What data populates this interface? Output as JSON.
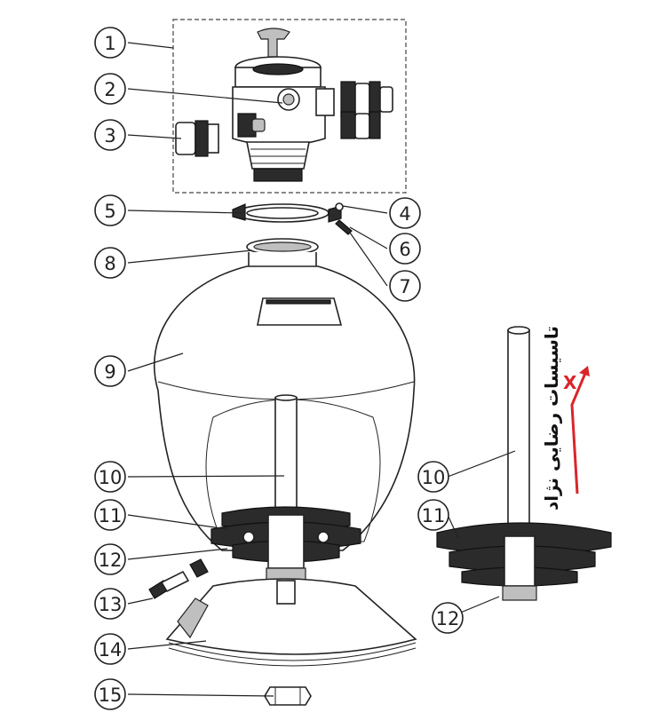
{
  "diagram": {
    "callouts": [
      "1",
      "2",
      "3",
      "4",
      "5",
      "6",
      "7",
      "8",
      "9",
      "10",
      "11",
      "12",
      "13",
      "14",
      "15",
      "10",
      "11",
      "12"
    ],
    "annotation": {
      "text": "تاسیسات رضایی نژاد",
      "mark": "X",
      "accent_color": "#d9252b"
    },
    "line_color": "#222222",
    "background": "#ffffff"
  }
}
